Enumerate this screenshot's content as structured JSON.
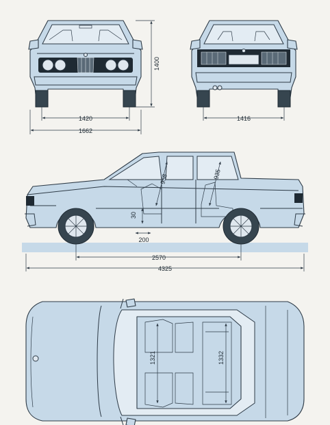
{
  "front_view": {
    "height": "1400",
    "track_front": "1420",
    "overall_width": "1662"
  },
  "rear_view": {
    "track_rear": "1416"
  },
  "side_view": {
    "front_headroom": "958",
    "rear_headroom": "935",
    "seat_height": "30",
    "seat_offset": "200",
    "wheelbase": "2570",
    "overall_length": "4325"
  },
  "top_view": {
    "front_seat_width": "1321",
    "rear_seat_width": "1332"
  }
}
